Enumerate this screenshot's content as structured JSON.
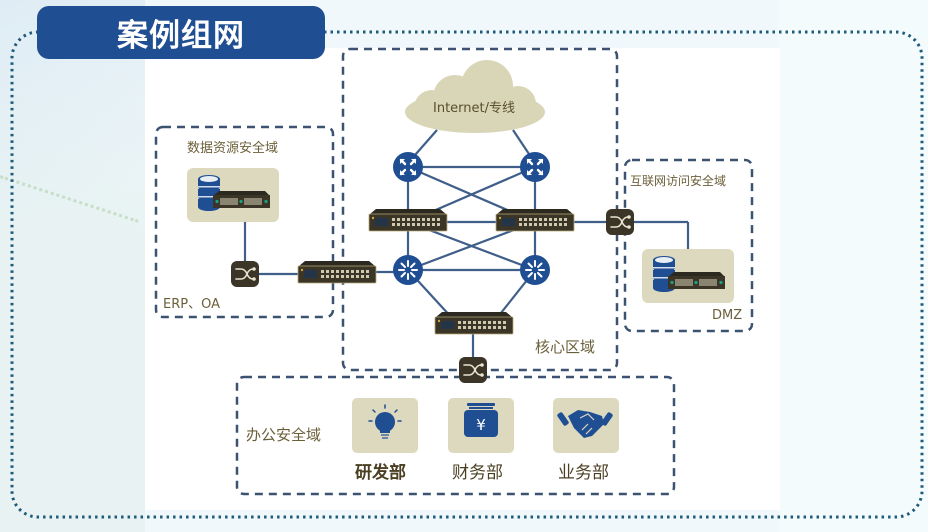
{
  "title": "案例组网",
  "cloud": {
    "label": "Internet/专线"
  },
  "zones": {
    "data_resource": {
      "title": "数据资源安全域",
      "footer": "ERP、OA"
    },
    "internet_access": {
      "title": "互联网访问安全域",
      "footer": "DMZ"
    },
    "core": {
      "title": "核心区域"
    },
    "office": {
      "title": "办公安全域",
      "departments": [
        {
          "label": "研发部",
          "icon": "lightbulb-icon"
        },
        {
          "label": "财务部",
          "icon": "yuan-jar-icon"
        },
        {
          "label": "业务部",
          "icon": "handshake-icon"
        }
      ]
    }
  },
  "colors": {
    "title_bg": "#1f4e93",
    "accent_blue": "#1f4e93",
    "line": "#3f5f8a",
    "dashed_border": "#3b5270",
    "outer_dots": "#1e5a7a",
    "device_dark": "#3a3526",
    "tile_beige": "#ddd9bf",
    "cloud_beige": "#d9d6b8",
    "label_text": "#6b5f3a"
  }
}
